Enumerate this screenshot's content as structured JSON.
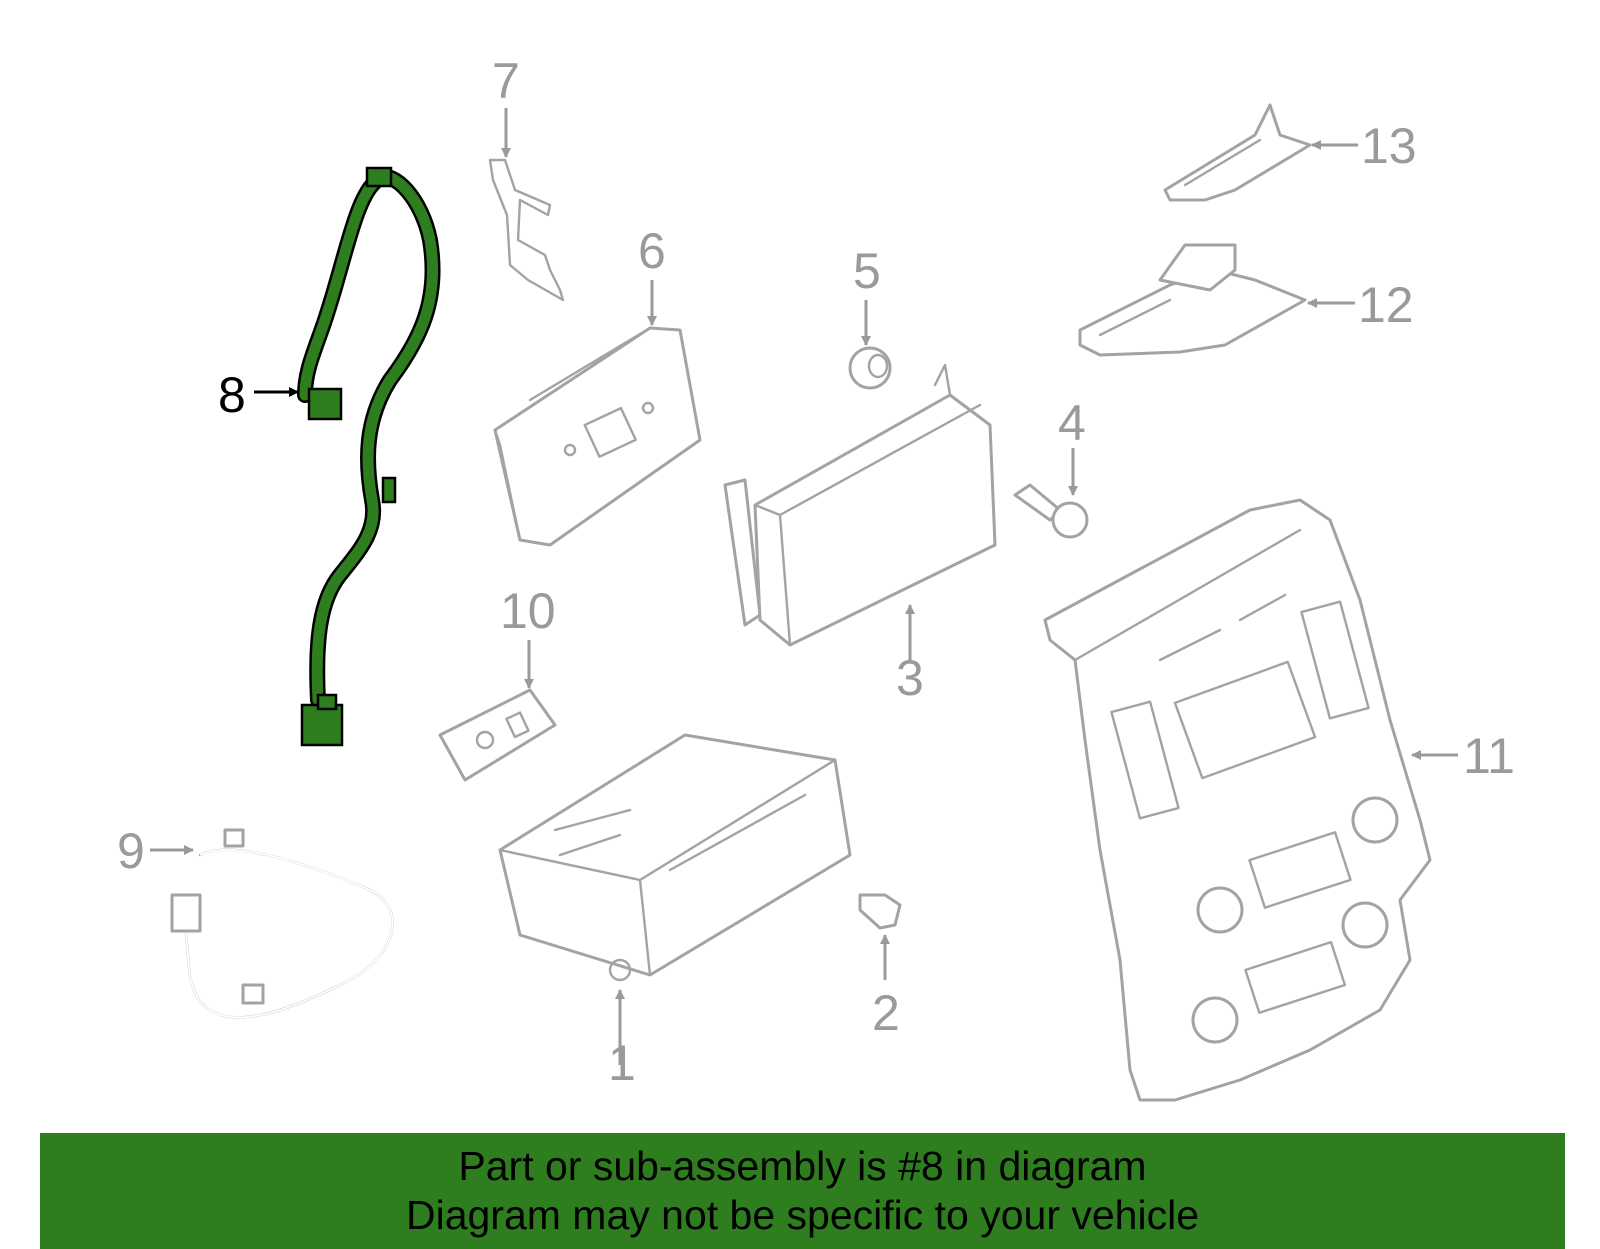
{
  "diagram": {
    "highlighted_part": "8",
    "highlight_color": "#2e7d1e",
    "line_color": "#a3a3a3",
    "callouts": [
      "1",
      "2",
      "3",
      "4",
      "5",
      "6",
      "7",
      "8",
      "9",
      "10",
      "11",
      "12",
      "13"
    ]
  },
  "banner": {
    "background": "#2e7d1e",
    "line1": "Part or sub-assembly is #8 in diagram",
    "line2": "Diagram may not be specific to your vehicle"
  }
}
